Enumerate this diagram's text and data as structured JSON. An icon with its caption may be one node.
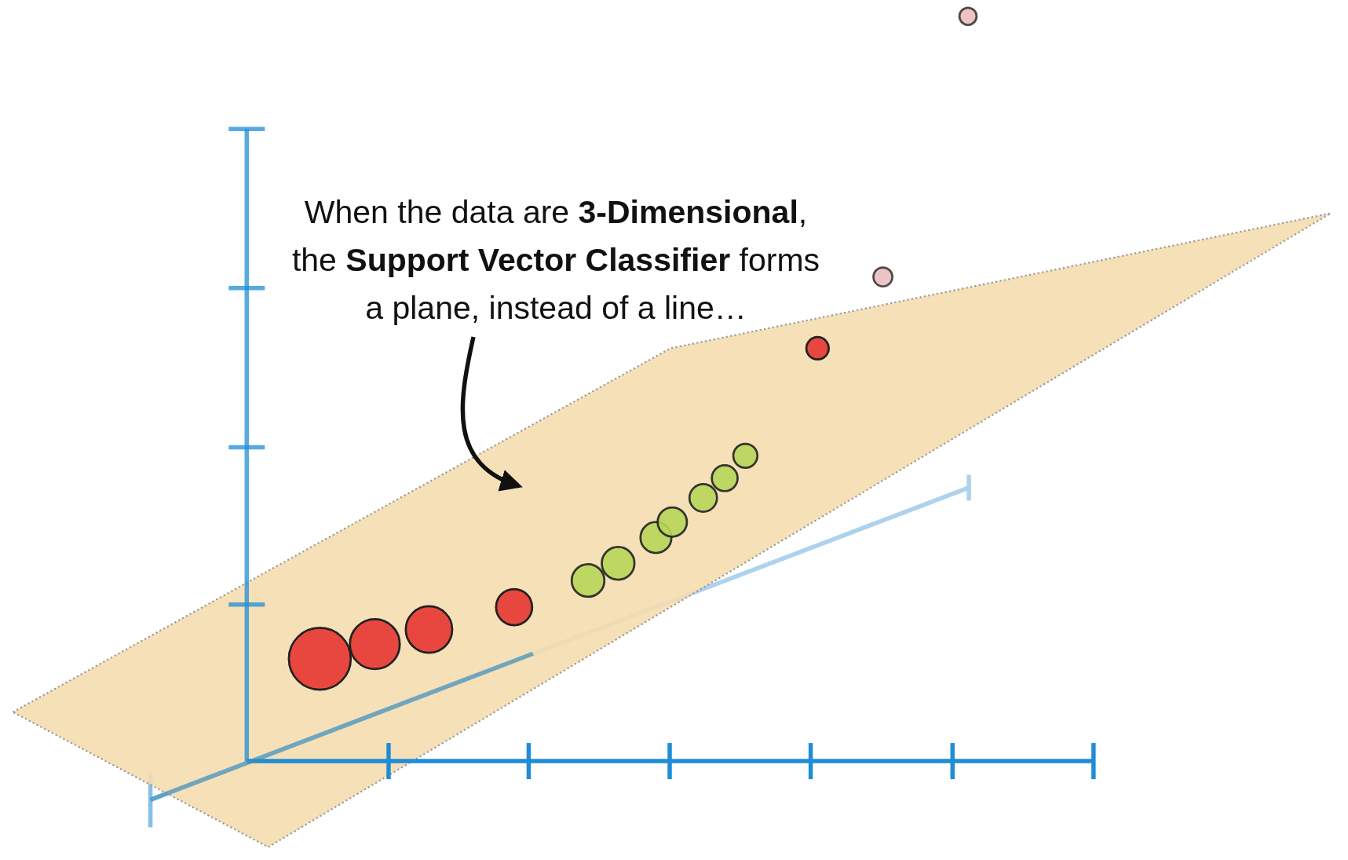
{
  "diagram": {
    "nodes": [
      {
        "text": [
          "When the data are **3-Dimensional**, the **Support Vector Classifier** forms a plane, instead of a line…"
        ]
      },
      {
        "text": [],
        "shape": "plane"
      }
    ],
    "edges": [
      {
        "from": 0,
        "to": 1,
        "arrow": "to"
      }
    ]
  }
}
